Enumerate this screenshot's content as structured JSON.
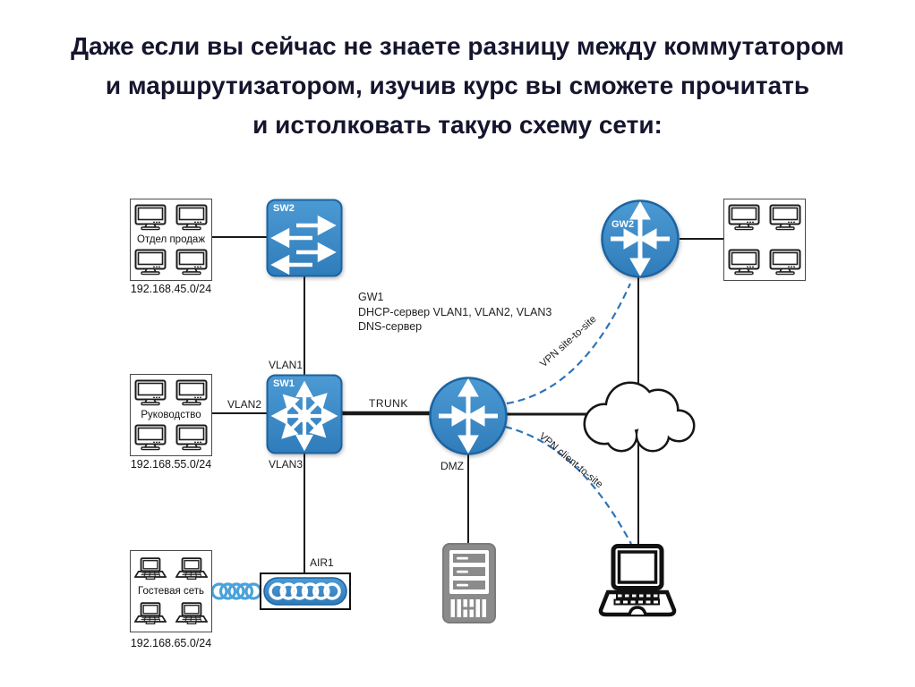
{
  "title": {
    "line1": "Даже если вы сейчас не знаете разницу между коммутатором",
    "line2": "и маршрутизатором, изучив курс вы сможете прочитать",
    "line3": "и истолковать такую схему сети:"
  },
  "colors": {
    "node_blue": "#3b8bc9",
    "node_blue_dark": "#1c63a0",
    "vpn_dash_blue": "#2e75b6",
    "wireless_blue": "#4aa2da",
    "server_gray": "#8b8b8b",
    "line_black": "#1a1a1a",
    "title_color": "#15152e"
  },
  "groups": [
    {
      "label": "Отдел продаж",
      "subnet": "192.168.45.0/24",
      "device": "desktop"
    },
    {
      "label": "Руководство",
      "subnet": "192.168.55.0/24",
      "device": "desktop"
    },
    {
      "label": "Гостевая сеть",
      "subnet": "192.168.65.0/24",
      "device": "laptop"
    },
    {
      "label": "",
      "subnet": "",
      "device": "desktop"
    }
  ],
  "devices": {
    "sw2": {
      "label": "SW2",
      "type": "switch"
    },
    "sw1": {
      "label": "SW1",
      "type": "multilayer-switch"
    },
    "gw1": {
      "line1": "GW1",
      "line2": "DHCP-сервер VLAN1, VLAN2, VLAN3",
      "line3": "DNS-сервер"
    },
    "gw2": {
      "label": "GW2",
      "type": "router"
    },
    "air1": {
      "label": "AIR1",
      "type": "wireless-access-point"
    },
    "server": {
      "type": "dmz-server"
    },
    "laptop": {
      "type": "remote-laptop"
    },
    "cloud": {
      "type": "internet-cloud"
    }
  },
  "links": {
    "vlan1": "VLAN1",
    "vlan2": "VLAN2",
    "vlan3": "VLAN3",
    "trunk": "TRUNK",
    "dmz": "DMZ",
    "vpn_site_to_site": "VPN site-to-site",
    "vpn_client_to_site": "VPN client-to-site"
  }
}
